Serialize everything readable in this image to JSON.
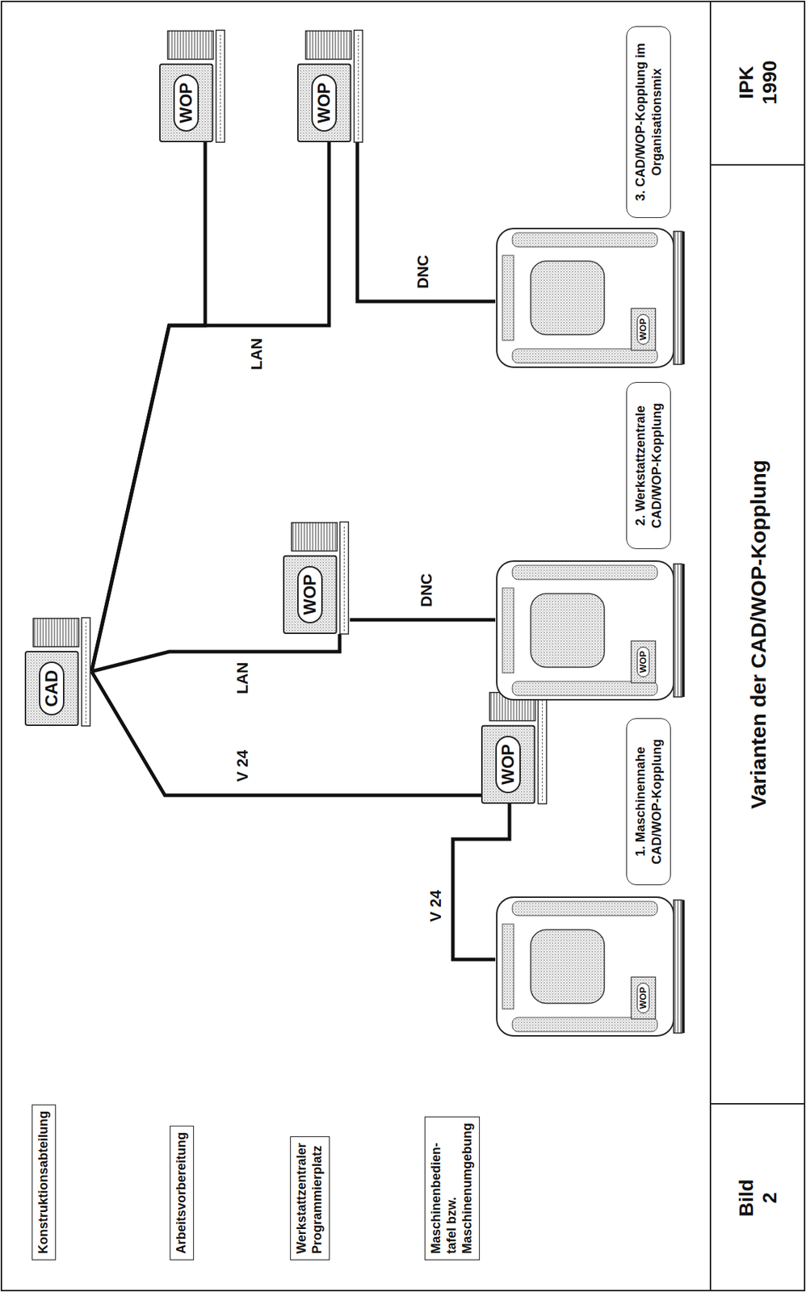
{
  "diagram": {
    "title": "Varianten der CAD/WOP-Kopplung",
    "nodes": [
      {
        "text": [
          "Konstruktionsabteilung"
        ]
      },
      {
        "text": [
          "CAD"
        ]
      },
      {
        "text": [
          "Arbeitsvorbereitung"
        ]
      },
      {
        "text": [
          "WOP"
        ]
      },
      {
        "text": [
          "Werkstattzentraler Programmierplatz"
        ]
      },
      {
        "text": [
          "WOP"
        ]
      },
      {
        "text": [
          "WOP"
        ]
      },
      {
        "text": [
          "Maschinenbedien- tafel bzw. Maschinenumgebung"
        ]
      },
      {
        "text": [
          "WOP"
        ]
      },
      {
        "text": [
          "WOP"
        ]
      },
      {
        "text": [
          "WOP"
        ]
      },
      {
        "text": [
          "WOP"
        ]
      },
      {
        "text": [
          "1. Maschinennahe CAD/WOP-Kopplung"
        ]
      },
      {
        "text": [
          "2. Werkstattzentrale CAD/WOP-Kopplung"
        ]
      },
      {
        "text": [
          "3. CAD/WOP-Kopplung im Organisationsmix"
        ]
      }
    ],
    "edges": [
      {
        "from": 1,
        "to": 8,
        "label": "V 24",
        "arrow": "none"
      },
      {
        "from": 8,
        "to": 9,
        "label": "V 24",
        "arrow": "none"
      },
      {
        "from": 1,
        "to": 5,
        "label": "LAN",
        "arrow": "none"
      },
      {
        "from": 5,
        "to": 10,
        "label": "DNC",
        "arrow": "none"
      },
      {
        "from": 1,
        "to": 3,
        "arrow": "none"
      },
      {
        "from": 1,
        "to": 6,
        "label": "LAN",
        "arrow": "none"
      },
      {
        "from": 6,
        "to": 11,
        "label": "DNC",
        "arrow": "none"
      }
    ],
    "labels": [
      "Bild 2",
      "IPK 1990"
    ]
  }
}
